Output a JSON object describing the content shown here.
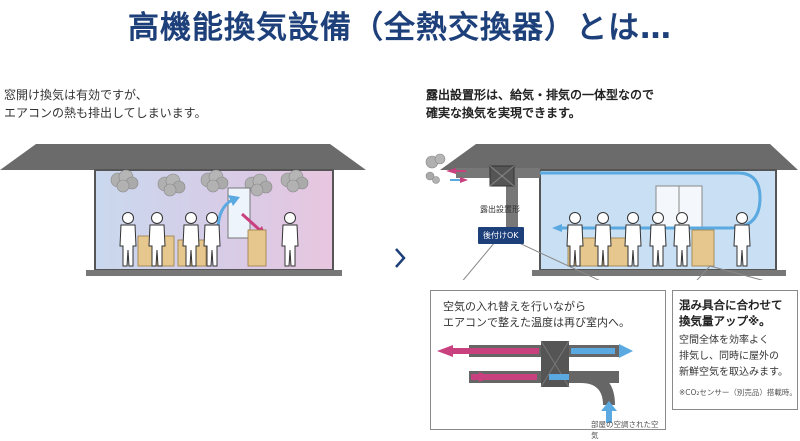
{
  "title": "高機能換気設備（全熱交換器）とは…",
  "left": {
    "line1": "窓開け換気は有効ですが、",
    "line2": "エアコンの熱も排出してしまいます。"
  },
  "right": {
    "line1": "露出設置形は、給気・排気の一体型なので",
    "line2": "確実な換気を実現できます。",
    "unit_label": "露出設置形",
    "badge": "後付けOK"
  },
  "callout_left": {
    "line1": "空気の入れ替えを行いながら",
    "line2": "エアコンで整えた温度は再び室内へ。",
    "bottom_label": "部屋の空調された空気"
  },
  "callout_right": {
    "heading1": "混み具合に合わせて",
    "heading2": "換気量アップ※。",
    "body1": "空間全体を効率よく",
    "body2": "排気し、同時に屋外の",
    "body3": "新鮮空気を取込みます。",
    "note": "※CO₂センサー（別売品）搭載時。"
  },
  "colors": {
    "title": "#1d3f7a",
    "supply": "#c9407f",
    "exhaust": "#5aa9e0",
    "roof": "#6b6b6b"
  },
  "icons": [
    "chevron-right-icon",
    "person-icon",
    "smoke-cloud-icon",
    "window-icon",
    "air-conditioner-icon"
  ]
}
